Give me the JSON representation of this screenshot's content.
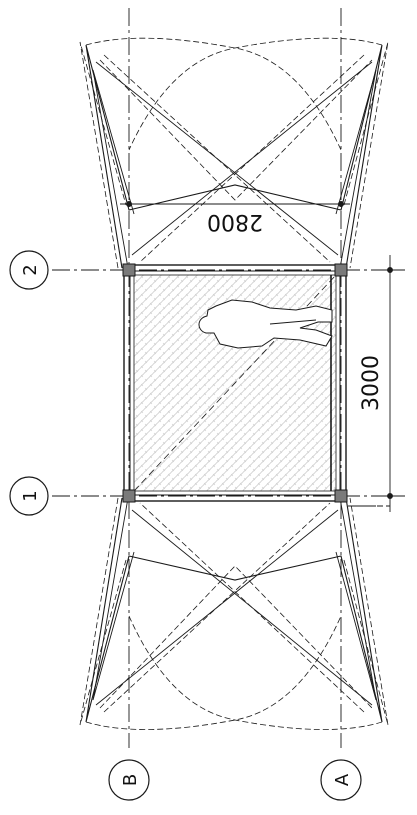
{
  "grid_labels": {
    "row_1": "1",
    "row_2": "2",
    "col_a": "A",
    "col_b": "B"
  },
  "dimensions": {
    "width_label": "2800",
    "length_label": "3000"
  },
  "colors": {
    "line": "#1a1a1a",
    "column": "#7a7a7a",
    "hatch": "#bdbdbd",
    "figure": "#ffffff"
  }
}
